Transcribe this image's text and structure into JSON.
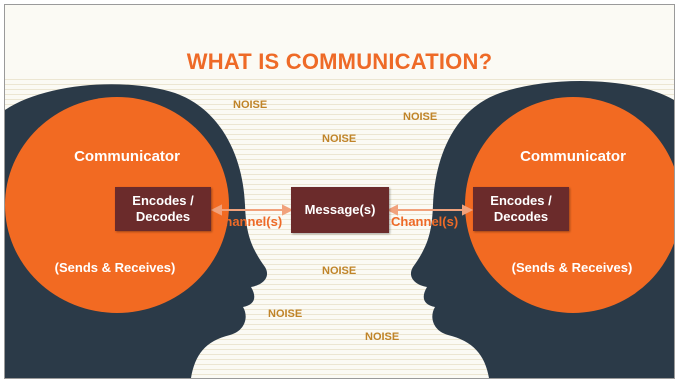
{
  "title": "WHAT IS COMMUNICATION?",
  "left": {
    "role": "Communicator",
    "encode_line1": "Encodes /",
    "encode_line2": "Decodes",
    "sends": "(Sends & Receives)"
  },
  "right": {
    "role": "Communicator",
    "encode_line1": "Encodes /",
    "encode_line2": "Decodes",
    "sends": "(Sends & Receives)"
  },
  "channel_left": "Channel(s)",
  "channel_right": "Channel(s)",
  "message": "Message(s)",
  "noise": [
    "NOISE",
    "NOISE",
    "NOISE",
    "NOISE",
    "NOISE",
    "NOISE"
  ],
  "colors": {
    "title": "#ee6a27",
    "head": "#2b3a48",
    "brain": "#f26a22",
    "box": "#6b2b2b",
    "noise": "#c08428"
  }
}
